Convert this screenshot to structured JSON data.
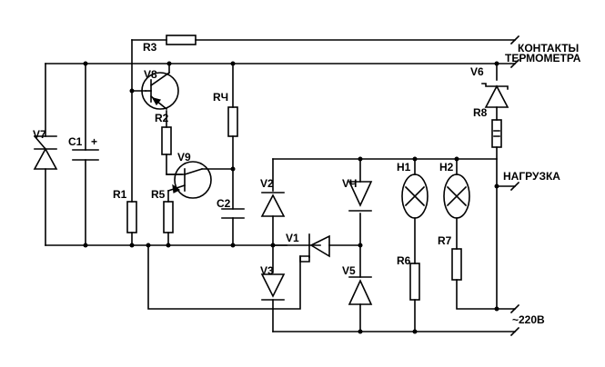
{
  "labels": {
    "r3": "R3",
    "contacts_line1": "КОНТАКТЫ",
    "contacts_line2": "ТЕРМОМЕТРА",
    "v6": "V6",
    "v8": "V8",
    "r4": "RЧ",
    "r2": "R2",
    "r8": "R8",
    "v7": "V7",
    "c1": "C1",
    "c1_plus": "+",
    "v9": "V9",
    "v2": "V2",
    "v4": "VЧ",
    "h1": "H1",
    "h2": "H2",
    "load": "НАГРУЗКА",
    "r1": "R1",
    "r5": "R5",
    "c2": "C2",
    "v1": "V1",
    "r7": "R7",
    "v3": "V3",
    "v5": "V5",
    "r6": "R6",
    "mains": "~220В"
  },
  "colors": {
    "wire": "#000000",
    "background": "#ffffff"
  }
}
